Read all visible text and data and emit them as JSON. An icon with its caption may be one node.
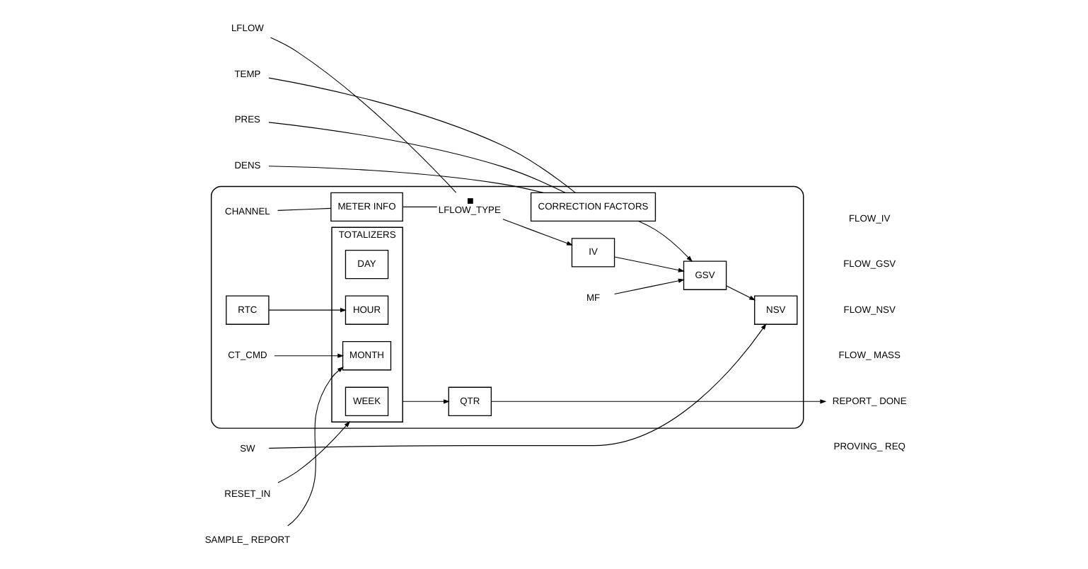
{
  "diagram": {
    "nodes": [
      {
        "text": [],
        "shape": "box"
      },
      {
        "text": [
          "CHANNEL"
        ],
        "in": 0
      },
      {
        "text": [
          "METER INFO"
        ],
        "in": 0
      },
      {
        "text": [],
        "shape": "switch",
        "beside": [
          "LFLOW_TYPE"
        ],
        "in": 0
      },
      {
        "text": [
          "IV"
        ],
        "in": 0
      },
      {
        "text": [
          "GSV"
        ],
        "in": 0
      },
      {
        "text": [
          "NSV"
        ],
        "in": 0
      },
      {
        "text": [
          "MF"
        ],
        "in": 0
      },
      {
        "text": [
          "CORRECTION FACTORS"
        ],
        "in": 0
      },
      {
        "text": [
          "TOTALIZERS"
        ],
        "in": 0
      },
      {
        "text": [
          "HOUR"
        ],
        "in": 9
      },
      {
        "text": [
          "DAY"
        ],
        "in": 9
      },
      {
        "text": [
          "WEEK"
        ],
        "in": 9
      },
      {
        "text": [
          "MONTH"
        ],
        "in": 9
      },
      {
        "text": [
          "RTC"
        ],
        "in": 0
      },
      {
        "text": [
          "QTR"
        ],
        "in": 0
      },
      {
        "text": [
          "CT_CMD"
        ],
        "in": 0
      },
      {
        "text": [
          "LFLOW"
        ]
      },
      {
        "text": [
          "TEMP"
        ]
      },
      {
        "text": [
          "PRES"
        ]
      },
      {
        "text": [
          "DENS"
        ]
      },
      {
        "text": [
          "SW"
        ]
      },
      {
        "text": [
          "RESET_IN"
        ]
      },
      {
        "text": [
          "SAMPLE_ REPORT"
        ]
      },
      {
        "text": [
          "FLOW_IV"
        ]
      },
      {
        "text": [
          "FLOW_GSV"
        ]
      },
      {
        "text": [
          "FLOW_NSV"
        ]
      },
      {
        "text": [
          "FLOW_ MASS"
        ]
      },
      {
        "text": [
          "REPORT_ DONE"
        ]
      },
      {
        "text": [
          "PROVING_ REQ"
        ]
      }
    ],
    "edges": [
      {
        "from": 1,
        "to": 2,
        "arrow": "none"
      },
      {
        "from": 2,
        "to": 3,
        "arrow": "none"
      },
      {
        "from": 17,
        "to": 3,
        "arrow": "none"
      },
      {
        "from": 3,
        "to": 4,
        "arrow": "to"
      },
      {
        "from": 4,
        "to": 5,
        "arrow": "to"
      },
      {
        "from": 7,
        "to": 5,
        "arrow": "to"
      },
      {
        "from": 8,
        "to": 5,
        "arrow": "to"
      },
      {
        "from": 5,
        "to": 6,
        "arrow": "to"
      },
      {
        "from": 18,
        "to": 8,
        "arrow": "none"
      },
      {
        "from": 19,
        "to": 8,
        "arrow": "none"
      },
      {
        "from": 20,
        "to": 8,
        "arrow": "none"
      },
      {
        "from": 21,
        "to": 6,
        "arrow": "to"
      },
      {
        "from": 14,
        "to": 10,
        "arrow": "to"
      },
      {
        "from": 22,
        "to": 9,
        "arrow": "to"
      },
      {
        "from": 9,
        "to": 15,
        "arrow": "to"
      },
      {
        "from": 23,
        "to": 13,
        "arrow": "to"
      },
      {
        "from": 16,
        "to": 13,
        "arrow": "to"
      },
      {
        "from": 15,
        "to": 28,
        "arrow": "to"
      }
    ]
  }
}
